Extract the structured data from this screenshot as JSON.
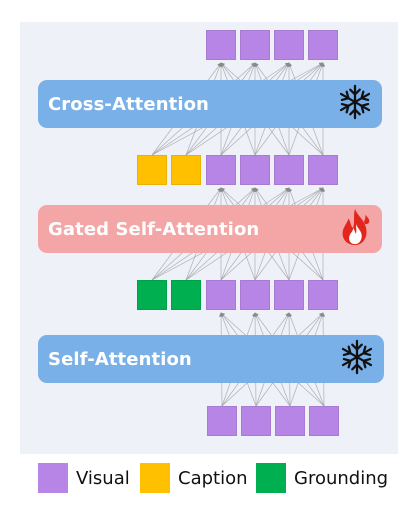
{
  "colors": {
    "visual": "#b685e6",
    "caption": "#ffc000",
    "grounding": "#00b050",
    "frozen_layer": "#7ab0e8",
    "trainable_layer": "#f4a6a6",
    "edge": "#9a9a9a"
  },
  "layers": {
    "cross_attention": {
      "label": "Cross-Attention",
      "icon": "snowflake-icon"
    },
    "gated_self_attention": {
      "label": "Gated Self-Attention",
      "icon": "fire-icon"
    },
    "self_attention": {
      "label": "Self-Attention",
      "icon": "snowflake-icon"
    }
  },
  "tokens": {
    "top_visual_count": 4,
    "caption_count": 2,
    "middle_visual_count": 4,
    "grounding_count": 2,
    "lower_visual_count": 4,
    "bottom_visual_count": 4
  },
  "legend": [
    {
      "label": "Visual",
      "color": "visual"
    },
    {
      "label": "Caption",
      "color": "caption"
    },
    {
      "label": "Grounding",
      "color": "grounding"
    }
  ]
}
